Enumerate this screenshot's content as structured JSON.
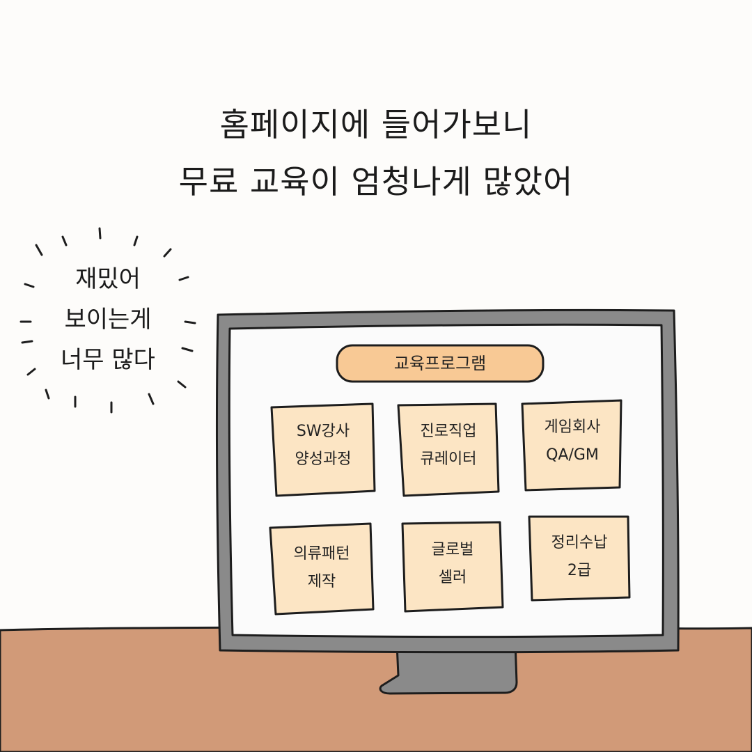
{
  "caption": {
    "line1": "홈페이지에 들어가보니",
    "line2": "무료 교육이 엄청나게 많았어"
  },
  "exclamation": {
    "line1": "재밌어",
    "line2": "보이는게",
    "line3": "너무 많다"
  },
  "screen": {
    "header": "교육프로그램",
    "cards": [
      {
        "line1": "SW강사",
        "line2": "양성과정"
      },
      {
        "line1": "진로직업",
        "line2": "큐레이터"
      },
      {
        "line1": "게임회사",
        "line2": "QA/GM"
      },
      {
        "line1": "의류패턴",
        "line2": "제작"
      },
      {
        "line1": "글로벌",
        "line2": "셀러"
      },
      {
        "line1": "정리수납",
        "line2": "2급"
      }
    ]
  },
  "colors": {
    "background": "#fdfcfa",
    "floor": "#d19a78",
    "monitor_frame": "#8a8a8a",
    "screen": "#fbfbfb",
    "card": "#fce5c4",
    "header_pill": "#f8c995",
    "outline": "#1d1d1d"
  }
}
